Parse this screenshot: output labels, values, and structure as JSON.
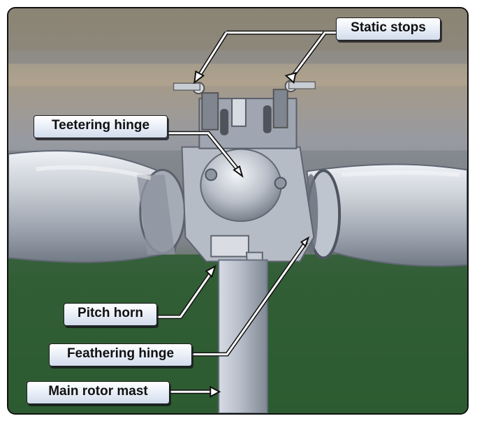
{
  "labels": {
    "static_stops": "Static stops",
    "teetering_hinge": "Teetering hinge",
    "pitch_horn": "Pitch horn",
    "feathering_hinge": "Feathering hinge",
    "main_rotor_mast": "Main rotor mast"
  },
  "colors": {
    "sky_band": "#b9aa98",
    "road_gray": "#8e8f96",
    "grass": "#2e5d33",
    "metal_light": "#d2d5dc",
    "metal_mid": "#a7adb7",
    "metal_dark": "#666d78",
    "leader_line": "#ffffff",
    "leader_shadow": "#111111"
  }
}
